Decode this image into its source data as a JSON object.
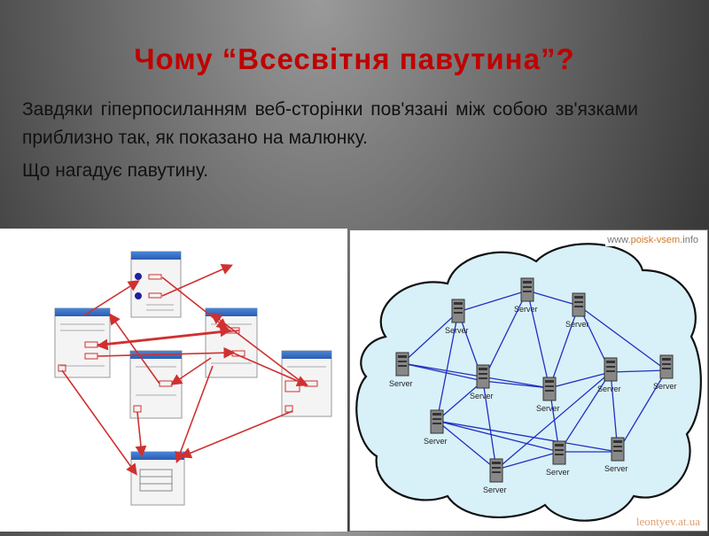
{
  "slide": {
    "title": "Чому “Всесвітня павутина”?",
    "paragraph1": "Завдяки гіперпосиланням веб-сторінки пов'язані між собою зв'язками приблизно так, як показано на малюнку.",
    "paragraph2": "Що нагадує павутину."
  },
  "network_figure": {
    "source_label_prefix": "www.",
    "source_label_accent": "poisk-vsem",
    "source_label_suffix": ".info",
    "server_label": "Server",
    "watermark": "leontyev.at.ua"
  },
  "colors": {
    "title": "#c00000",
    "arrows": "#d03030",
    "links": "#2030c0",
    "cloud": "#d8f0f8"
  }
}
